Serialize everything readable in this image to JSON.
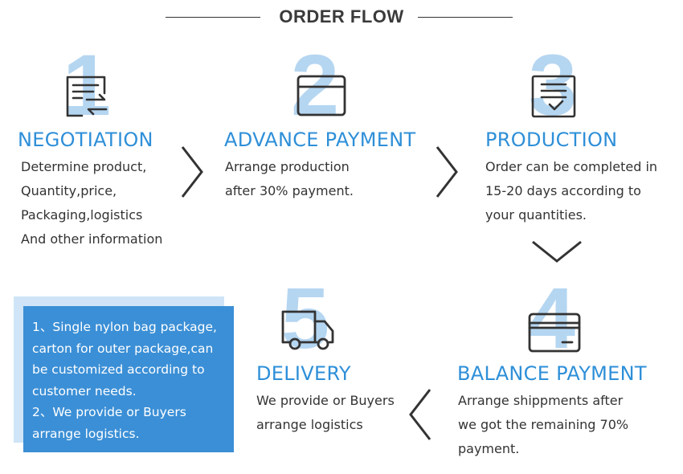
{
  "header": {
    "title": "ORDER FLOW"
  },
  "steps": [
    {
      "number": "1",
      "title": "NEGOTIATION",
      "icon": "contract-exchange-icon",
      "lines": [
        "Determine product,",
        "Quantity,price,",
        "Packaging,logistics",
        "And other information"
      ]
    },
    {
      "number": "2",
      "title": "ADVANCE PAYMENT",
      "icon": "browser-window-icon",
      "lines": [
        "Arrange production",
        "after 30% payment."
      ]
    },
    {
      "number": "3",
      "title": "PRODUCTION",
      "icon": "checklist-document-icon",
      "lines": [
        "Order can be completed in",
        "15-20 days according to",
        "your quantities."
      ]
    },
    {
      "number": "4",
      "title": "BALANCE PAYMENT",
      "icon": "credit-card-icon",
      "lines": [
        "Arrange shippments after",
        "we got the remaining 70%",
        "payment."
      ]
    },
    {
      "number": "5",
      "title": "DELIVERY",
      "icon": "delivery-truck-icon",
      "lines": [
        "We provide or Buyers",
        "arrange logistics"
      ]
    }
  ],
  "note": {
    "lines": [
      "1、Single nylon bag package,",
      "carton for outer package,can",
      "be customized according to",
      "customer needs.",
      "2、We provide or Buyers",
      "arrange logistics."
    ]
  },
  "colors": {
    "accent": "#2e8fd8",
    "number_watermark": "#7ab6e6",
    "note_bg": "#3b8fd6",
    "note_shadow": "#cfe5f7",
    "text": "#333333"
  }
}
